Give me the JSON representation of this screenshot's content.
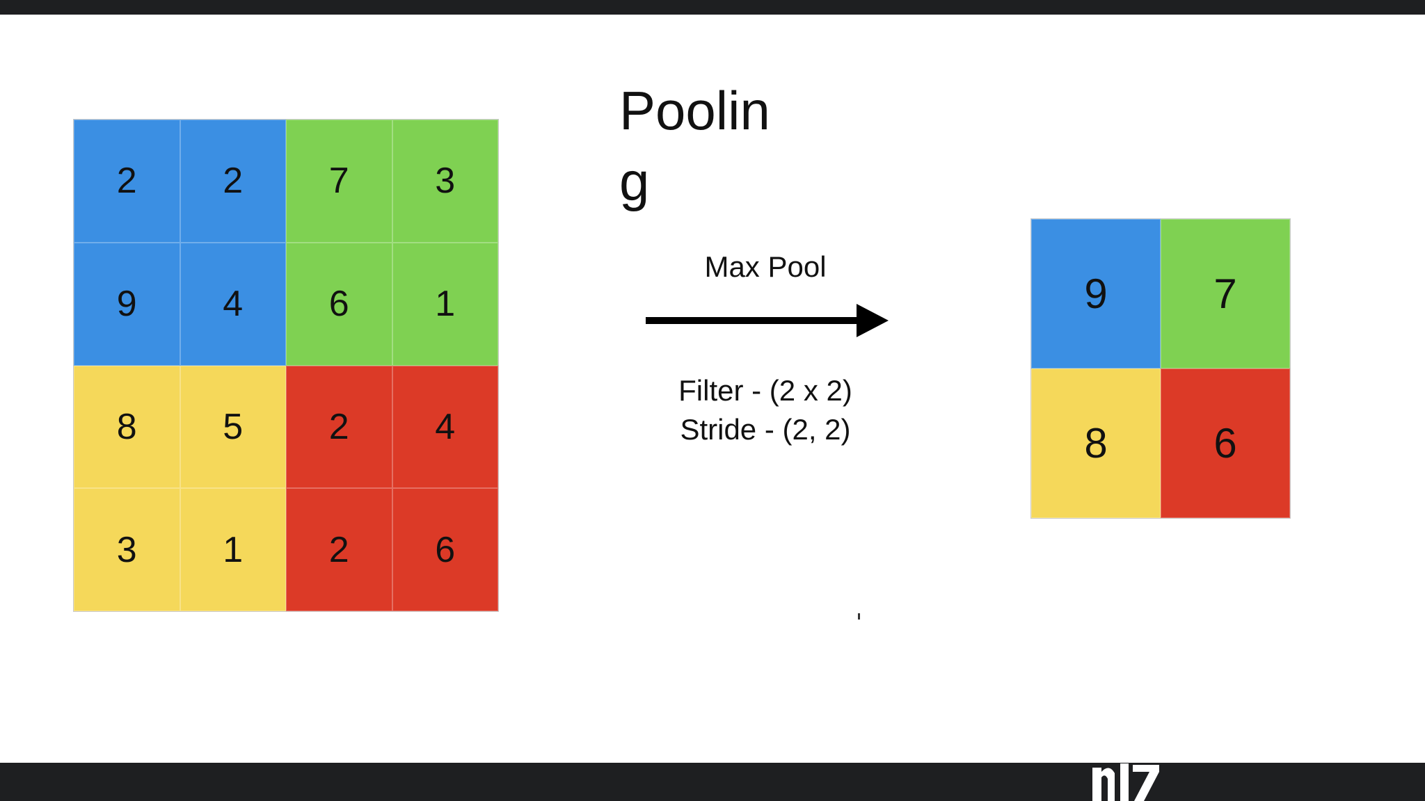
{
  "slide": {
    "title": "Pooling",
    "operation_label": "Max Pool",
    "filter_text": "Filter - (2 x 2)",
    "stride_text": "Stride - (2, 2)",
    "bar_color": "#1e1f21"
  },
  "colors": {
    "blue": "#3b8fe3",
    "green": "#7fd152",
    "yellow": "#f5d85a",
    "red": "#dc3a27"
  },
  "input_matrix": {
    "cells": [
      {
        "value": "2",
        "color": "blue"
      },
      {
        "value": "2",
        "color": "blue"
      },
      {
        "value": "7",
        "color": "green"
      },
      {
        "value": "3",
        "color": "green"
      },
      {
        "value": "9",
        "color": "blue"
      },
      {
        "value": "4",
        "color": "blue"
      },
      {
        "value": "6",
        "color": "green"
      },
      {
        "value": "1",
        "color": "green"
      },
      {
        "value": "8",
        "color": "yellow"
      },
      {
        "value": "5",
        "color": "yellow"
      },
      {
        "value": "2",
        "color": "red"
      },
      {
        "value": "4",
        "color": "red"
      },
      {
        "value": "3",
        "color": "yellow"
      },
      {
        "value": "1",
        "color": "yellow"
      },
      {
        "value": "2",
        "color": "red"
      },
      {
        "value": "6",
        "color": "red"
      }
    ]
  },
  "output_matrix": {
    "cells": [
      {
        "value": "9",
        "color": "blue"
      },
      {
        "value": "7",
        "color": "green"
      },
      {
        "value": "8",
        "color": "yellow"
      },
      {
        "value": "6",
        "color": "red"
      }
    ]
  }
}
